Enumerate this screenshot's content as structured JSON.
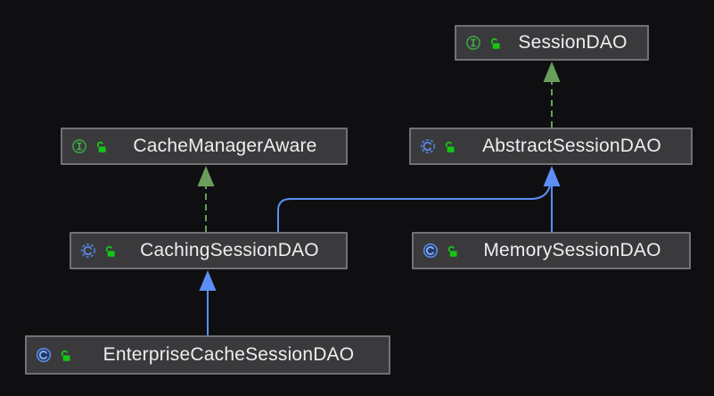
{
  "diagram": {
    "kind": "uml-class-diagram",
    "colors": {
      "background": "#0f0f11",
      "node_fill": "#3a3a3c",
      "node_border": "#727276",
      "text": "#eeeef0",
      "extends_edge": "#5c8ef5",
      "implements_edge": "#699e5c",
      "interface_icon": "#3da144",
      "class_icon": "#5d87dd",
      "lock_icon": "#17c517"
    },
    "nodes": [
      {
        "id": "sessiondao",
        "label": "SessionDAO",
        "kind": "interface",
        "type_icon": "interface-icon",
        "visibility_icon": "lock-open-icon",
        "visibility": "public"
      },
      {
        "id": "cachemanageraware",
        "label": "CacheManagerAware",
        "kind": "interface",
        "type_icon": "interface-icon",
        "visibility_icon": "lock-open-icon",
        "visibility": "public"
      },
      {
        "id": "abstractsessiondao",
        "label": "AbstractSessionDAO",
        "kind": "abstract-class",
        "type_icon": "abstract-class-icon",
        "visibility_icon": "lock-open-icon",
        "visibility": "public"
      },
      {
        "id": "cachingsessiondao",
        "label": "CachingSessionDAO",
        "kind": "abstract-class",
        "type_icon": "abstract-class-icon",
        "visibility_icon": "lock-open-icon",
        "visibility": "public"
      },
      {
        "id": "memorysessiondao",
        "label": "MemorySessionDAO",
        "kind": "class",
        "type_icon": "class-icon",
        "visibility_icon": "lock-open-icon",
        "visibility": "public"
      },
      {
        "id": "enterprisecachesessiondao",
        "label": "EnterpriseCacheSessionDAO",
        "kind": "class",
        "type_icon": "class-icon",
        "visibility_icon": "lock-open-icon",
        "visibility": "public"
      }
    ],
    "edges": [
      {
        "from": "abstractsessiondao",
        "to": "sessiondao",
        "type": "implements",
        "style": "green-dashed-arrow"
      },
      {
        "from": "cachingsessiondao",
        "to": "cachemanageraware",
        "type": "implements",
        "style": "green-dashed-arrow"
      },
      {
        "from": "memorysessiondao",
        "to": "abstractsessiondao",
        "type": "extends",
        "style": "blue-solid-arrow"
      },
      {
        "from": "cachingsessiondao",
        "to": "abstractsessiondao",
        "type": "extends",
        "style": "blue-solid-arrow"
      },
      {
        "from": "enterprisecachesessiondao",
        "to": "cachingsessiondao",
        "type": "extends",
        "style": "blue-solid-arrow"
      }
    ]
  }
}
